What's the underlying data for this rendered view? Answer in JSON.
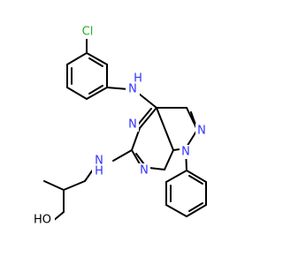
{
  "colors": {
    "bond": "#000000",
    "nitrogen": "#3333ff",
    "chlorine": "#1fb51f",
    "oxygen": "#000000",
    "background": "#ffffff"
  },
  "atoms": {
    "cl": "Cl",
    "nh_top": "H",
    "nh_top_n": "N",
    "n_ring_left": "N",
    "n_ring_bottom": "N",
    "n_pyrazole_top": "N",
    "n_pyrazole_bottom": "N",
    "nh_left_h": "H",
    "nh_left_n": "N",
    "oh": "HO"
  }
}
